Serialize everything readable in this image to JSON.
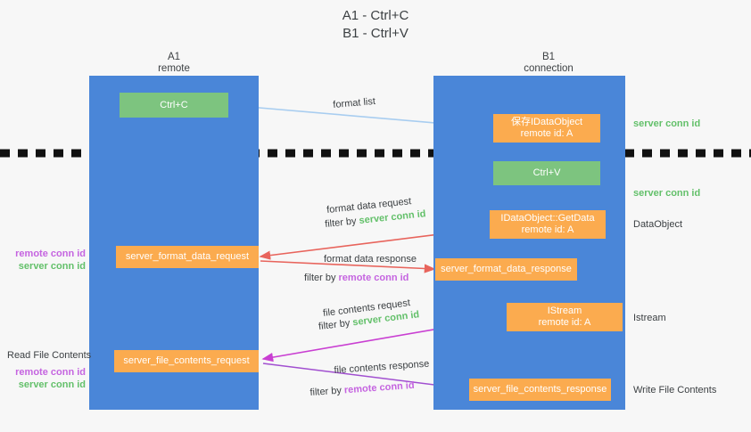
{
  "title": "A1 - Ctrl+C\nB1 - Ctrl+V",
  "columns": [
    {
      "id": "a1",
      "title": "A1",
      "subtitle": "remote",
      "header": "A1\nremote"
    },
    {
      "id": "b1",
      "title": "B1",
      "subtitle": "connection",
      "header": "B1\nconnection"
    }
  ],
  "nodes": {
    "ctrl_c": "Ctrl+C",
    "idataobject": "保存IDataObject\nremote id: A",
    "ctrl_v": "Ctrl+V",
    "getdata": "IDataObject::GetData\nremote id: A",
    "format_data_request": "server_format_data_request",
    "format_data_response": "server_format_data_response",
    "istream": "IStream\nremote id: A",
    "file_contents_request": "server_file_contents_request",
    "file_contents_response": "server_file_contents_response"
  },
  "edge_labels": {
    "format_list": "format list",
    "format_data_request": "format data request",
    "format_data_response": "format data response",
    "file_contents_request": "file contents request",
    "file_contents_response": "file contents response",
    "filter_by": "filter by",
    "server_conn_id": "server conn id",
    "remote_conn_id": "remote conn id"
  },
  "side_labels": {
    "right_server_conn_id_top": "server conn id",
    "right_server_conn_id_mid": "server conn id",
    "data_object": "DataObject",
    "istream": "Istream",
    "write_file_contents": "Write File Contents",
    "read_file_contents": "Read File Contents",
    "left_remote_conn_id_top": "remote conn id",
    "left_server_conn_id_top": "server conn id",
    "left_remote_conn_id_bottom": "remote conn id",
    "left_server_conn_id_bottom": "server conn id"
  },
  "colors": {
    "lane": "#4a86d8",
    "orange": "#fbab4f",
    "green_node": "#7dc47f",
    "green_text": "#63c06a",
    "purple_text": "#c564e0",
    "arrow_blue": "#a8cdf0",
    "arrow_red": "#e8645c",
    "arrow_magenta": "#c93fd2",
    "arrow_purple": "#a14fd0",
    "arrow_black": "#111111",
    "background": "#f7f7f7",
    "text": "#3c4043"
  }
}
